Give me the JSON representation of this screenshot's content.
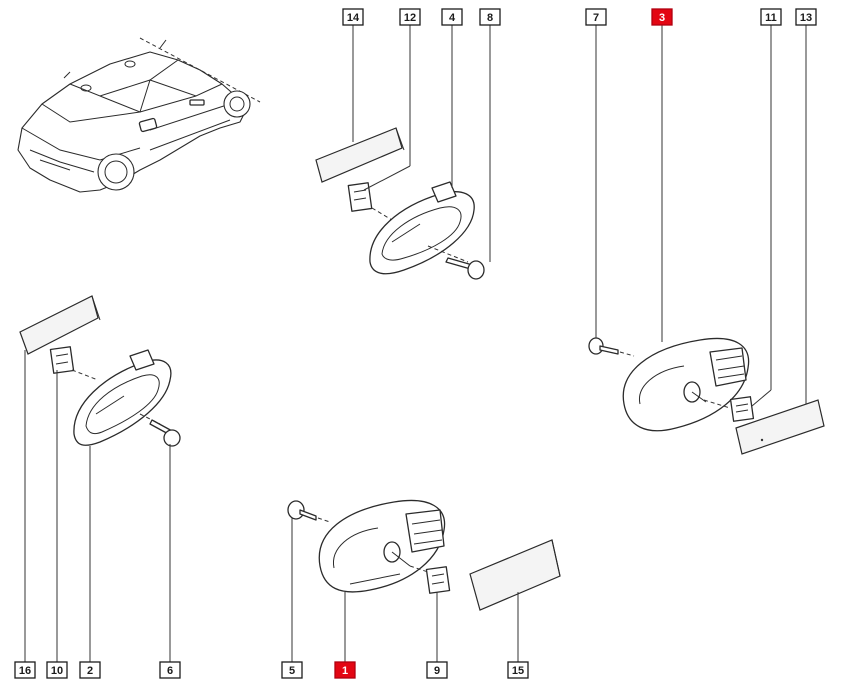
{
  "callouts": [
    {
      "id": "c14",
      "label": "14",
      "highlight": false
    },
    {
      "id": "c12",
      "label": "12",
      "highlight": false
    },
    {
      "id": "c4",
      "label": "4",
      "highlight": false
    },
    {
      "id": "c8",
      "label": "8",
      "highlight": false
    },
    {
      "id": "c7",
      "label": "7",
      "highlight": false
    },
    {
      "id": "c3",
      "label": "3",
      "highlight": true
    },
    {
      "id": "c11",
      "label": "11",
      "highlight": false
    },
    {
      "id": "c13",
      "label": "13",
      "highlight": false
    },
    {
      "id": "c16",
      "label": "16",
      "highlight": false
    },
    {
      "id": "c10",
      "label": "10",
      "highlight": false
    },
    {
      "id": "c2",
      "label": "2",
      "highlight": false
    },
    {
      "id": "c6",
      "label": "6",
      "highlight": false
    },
    {
      "id": "c5",
      "label": "5",
      "highlight": false
    },
    {
      "id": "c1",
      "label": "1",
      "highlight": true
    },
    {
      "id": "c9",
      "label": "9",
      "highlight": false
    },
    {
      "id": "c15",
      "label": "15",
      "highlight": false
    }
  ],
  "colors": {
    "highlight": "#e30613",
    "line": "#2b2b2b",
    "background": "#ffffff"
  }
}
